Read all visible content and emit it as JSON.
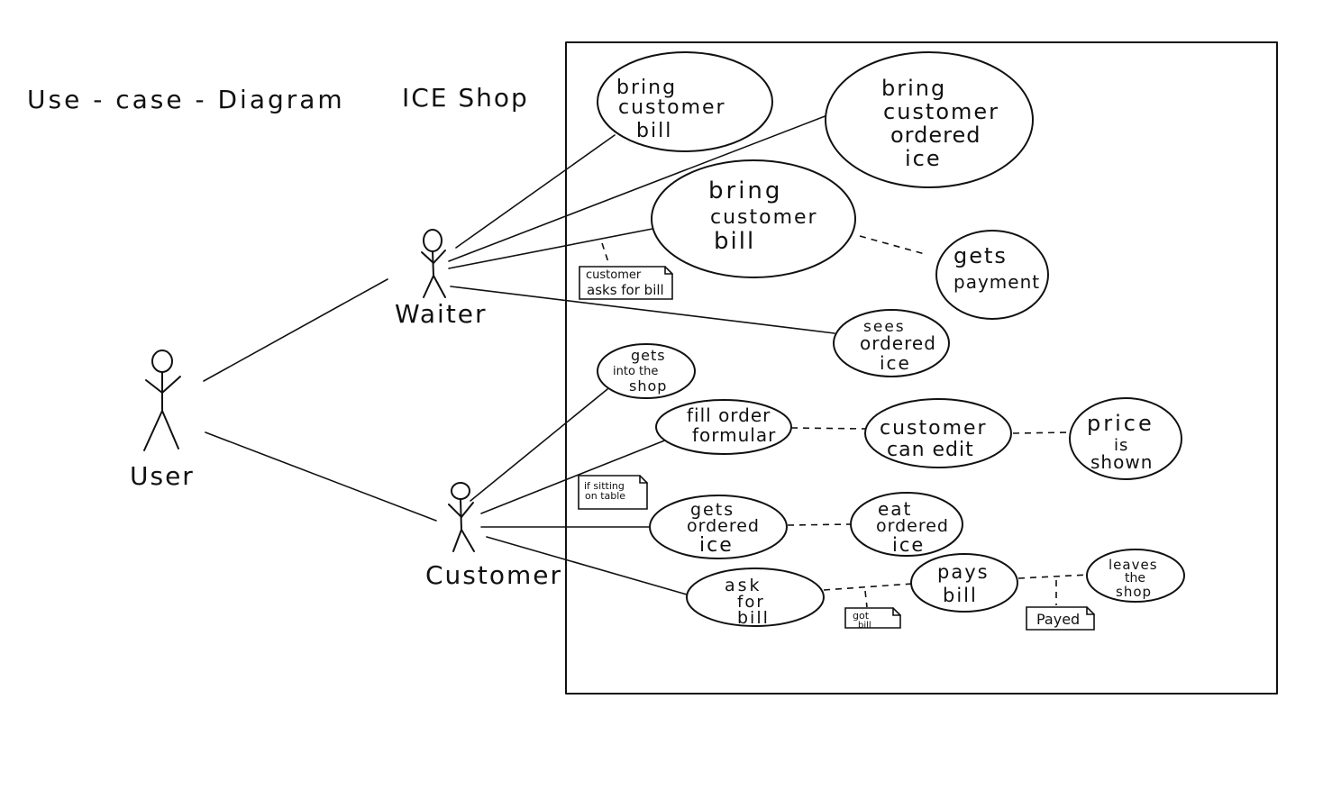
{
  "title": "Use - case - Diagram",
  "subtitle": "ICE Shop",
  "actors": {
    "user": "User",
    "waiter": "Waiter",
    "customer": "Customer"
  },
  "use_cases": {
    "bring_bill_1": [
      "bring",
      "customer",
      "bill"
    ],
    "bring_ordered_ice": [
      "bring",
      "customer",
      "ordered",
      "ice"
    ],
    "bring_bill_2": [
      "bring",
      "customer",
      "bill"
    ],
    "gets_payment": [
      "gets",
      "payment"
    ],
    "sees_ordered_ice": [
      "sees",
      "ordered",
      "ice"
    ],
    "gets_into_shop": [
      "gets",
      "into the",
      "shop"
    ],
    "fill_order": [
      "fill order",
      "formular"
    ],
    "customer_can_edit": [
      "customer",
      "can edit"
    ],
    "price_shown": [
      "price",
      "is",
      "shown"
    ],
    "gets_ordered_ice": [
      "gets",
      "ordered",
      "ice"
    ],
    "eat_ordered_ice": [
      "eat",
      "ordered",
      "ice"
    ],
    "ask_for_bill": [
      "ask",
      "for",
      "bill"
    ],
    "pays_bill": [
      "pays",
      "bill"
    ],
    "leaves_shop": [
      "leaves",
      "the",
      "shop"
    ]
  },
  "notes": {
    "customer_asks": [
      "customer",
      "asks for bill"
    ],
    "if_sitting": [
      "if sitting",
      "on table"
    ],
    "got_bill": [
      "got",
      "bill"
    ],
    "payed": [
      "Payed"
    ]
  }
}
